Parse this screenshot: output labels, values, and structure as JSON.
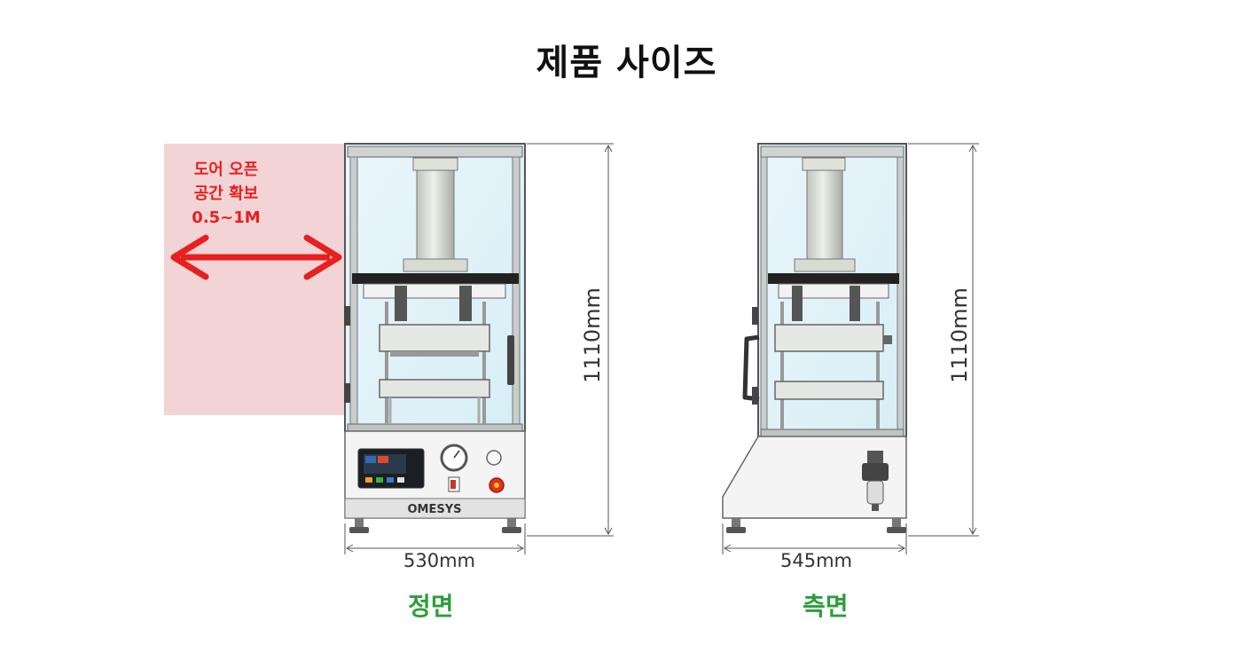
{
  "title": "제품 사이즈",
  "door_note": {
    "line1": "도어 오픈",
    "line2": "공간 확보",
    "line3": "0.5~1M"
  },
  "front_view": {
    "label": "정면",
    "width": "530mm",
    "height": "1110mm",
    "brand": "OMESYS"
  },
  "side_view": {
    "label": "측면",
    "width": "545mm",
    "height": "1110mm"
  },
  "colors": {
    "accent_red": "#e8201f",
    "label_green": "#2e9d3c",
    "door_zone": "#f3d4d6"
  }
}
